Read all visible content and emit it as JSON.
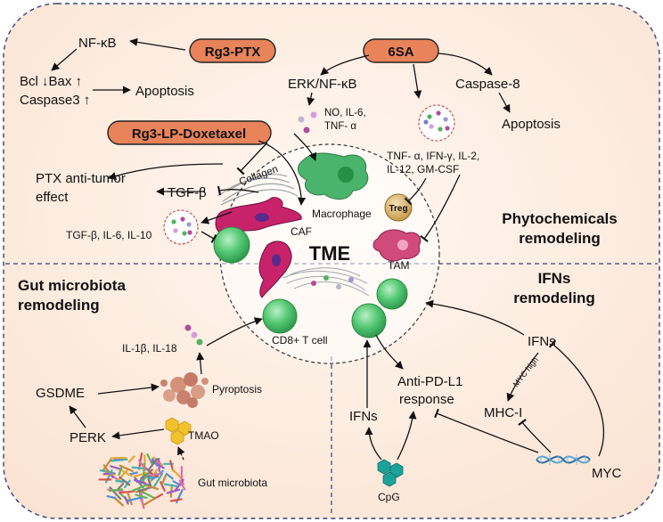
{
  "center": {
    "title": "TME"
  },
  "sections": {
    "phyto_title": [
      "Phytochemicals",
      "remodeling"
    ],
    "gut_title": [
      "Gut microbiota",
      "remodeling"
    ],
    "ifn_title": [
      "IFNs",
      "remodeling"
    ]
  },
  "drugs": {
    "rg3_ptx": "Rg3-PTX",
    "six_sa": "6SA",
    "rg3_lp": "Rg3-LP-Doxetaxel"
  },
  "phyto": {
    "nfkb": "NF-κB",
    "bcl_bax": "Bcl ↓Bax ↑",
    "caspase3": "Caspase3 ↑",
    "apoptosis_left": "Apoptosis",
    "erk_nfkb": "ERK/NF-κB",
    "no_il6": "NO, IL-6,",
    "tnf_a": "TNF- α",
    "caspase8": "Caspase-8",
    "apoptosis_right": "Apoptosis",
    "cyto_line1": "TNF- α, IFN-γ, IL-2,",
    "cyto_line2": "IL-12, GM-CSF",
    "ptx_line1": "PTX anti-tumor",
    "ptx_line2": "effect",
    "tgfb": "TGF-β",
    "tgf_cytokines": "TGF-β, IL-6, IL-10"
  },
  "cells": {
    "collagen": "Collagen",
    "macrophage": "Macrophage",
    "treg": "Treg",
    "caf": "CAF",
    "tam": "TAM",
    "cd8": "CD8+ T cell"
  },
  "gut": {
    "il1b": "IL-1β, IL-18",
    "gsdme": "GSDME",
    "pyroptosis": "Pyroptosis",
    "perk": "PERK",
    "tmao": "TMAO",
    "microbiota": "Gut microbiota"
  },
  "ifn": {
    "ifns_right": "IFNs",
    "myc_high": "MYC high",
    "mhc": "MHC-I",
    "anti_pdl1_1": "Anti-PD-L1",
    "anti_pdl1_2": "response",
    "ifns_left": "IFNs",
    "cpg": "CpG",
    "myc": "MYC"
  },
  "colors": {
    "drug_fill": "#e8835a",
    "section_bg": "#fdeee4",
    "frame": "#3a3f7a",
    "cell_green": "#4fc46f",
    "caf_magenta": "#c8236a",
    "macrophage_green": "#4bb46c",
    "treg_tan": "#d8b26a",
    "dna_blue": "#5aa3cf",
    "cpg_teal": "#1aa39b"
  }
}
